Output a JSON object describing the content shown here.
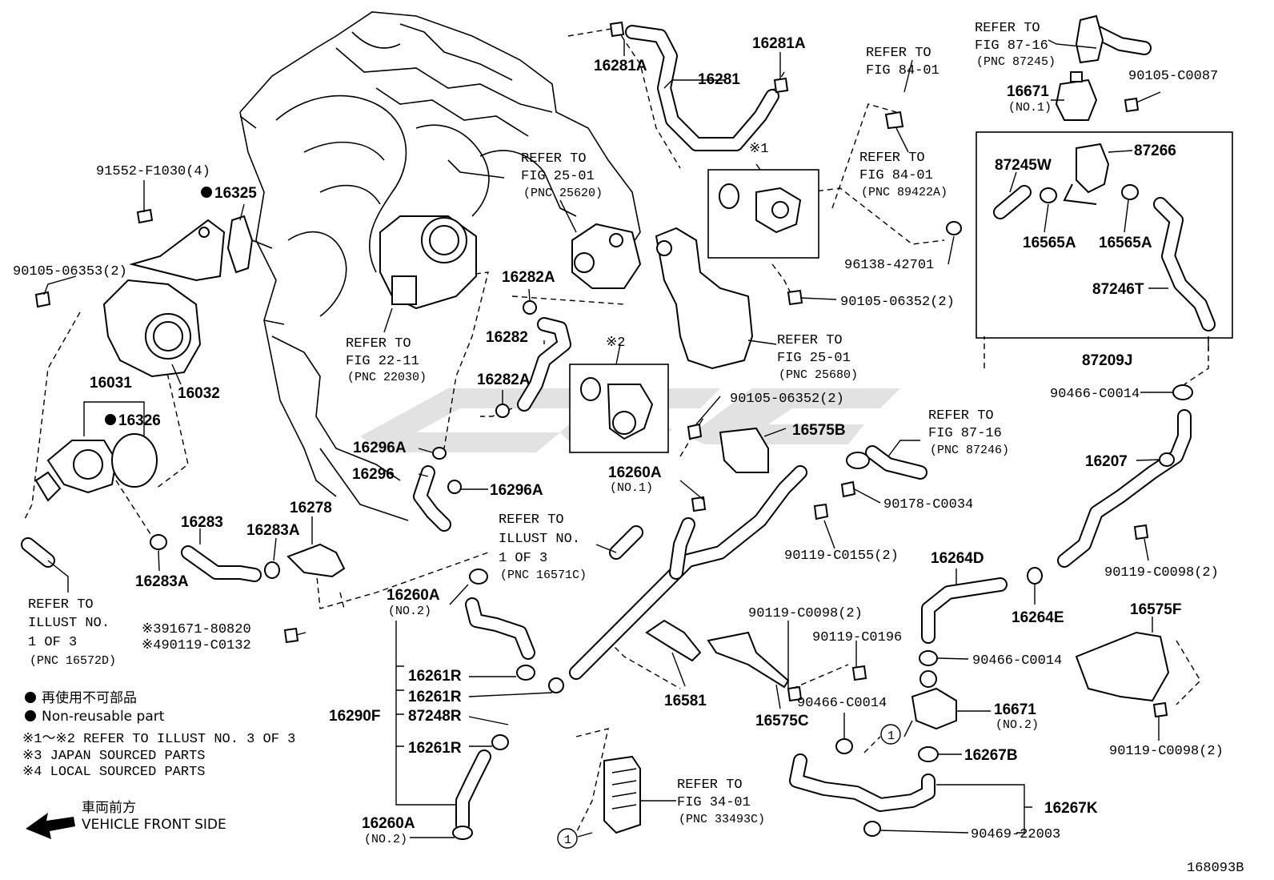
{
  "diagram_id": "168093B",
  "callouts": {
    "c16281A_top": "16281A",
    "c16281A_right": "16281A",
    "c16281": "16281",
    "c91552": "91552-F1030(4)",
    "c16325": "16325",
    "c90105_06353": "90105-06353(2)",
    "c16031": "16031",
    "c16326": "16326",
    "c16032": "16032",
    "c16282A_top": "16282A",
    "c16282": "16282",
    "c16282A_mid": "16282A",
    "c16296A_top": "16296A",
    "c16296": "16296",
    "c16296A_right": "16296A",
    "c16283": "16283",
    "c16283A_mid": "16283A",
    "c16283A_left": "16283A",
    "c16278": "16278",
    "c16260A_no1": "16260A",
    "c16260A_no1_sub": "(NO.1)",
    "c16260A_no2_mid": "16260A",
    "c16260A_no2_mid_sub": "(NO.2)",
    "c16261R_1": "16261R",
    "c16261R_2": "16261R",
    "c87248R": "87248R",
    "c16290F": "16290F",
    "c16261R_3": "16261R",
    "c16260A_no2_bot": "16260A",
    "c16260A_no2_bot_sub": "(NO.2)",
    "c16581": "16581",
    "c16575C": "16575C",
    "c90119_C0098_mid": "90119-C0098(2)",
    "c90119_C0196": "90119-C0196",
    "c90466_C0014_mid": "90466-C0014",
    "c16575B": "16575B",
    "c90105_06352_mid": "90105-06352(2)",
    "c90178": "90178-C0034",
    "c90119_C0155": "90119-C0155(2)",
    "c96138": "96138-42701",
    "c90105_06352_top": "90105-06352(2)",
    "c16671_no1": "16671",
    "c16671_no1_sub": "(NO.1)",
    "c90105_C0087": "90105-C0087",
    "c87245W": "87245W",
    "c87266": "87266",
    "c16565A_l": "16565A",
    "c16565A_r": "16565A",
    "c87246T": "87246T",
    "c87209J": "87209J",
    "c90466_C0014_top": "90466-C0014",
    "c16207": "16207",
    "c90119_C0098_right": "90119-C0098(2)",
    "c16264D": "16264D",
    "c16264E": "16264E",
    "c90466_C0014_r": "90466-C0014",
    "c16671_no2": "16671",
    "c16671_no2_sub": "(NO.2)",
    "c16267B": "16267B",
    "c16267K": "16267K",
    "c90469": "90469-22003",
    "c16575F": "16575F",
    "c90119_C0098_br": "90119-C0098(2)",
    "c91671_line1": "※391671-80820",
    "c91671_line2": "※490119-C0132",
    "mark1": "※1",
    "mark2": "※2",
    "circle1_a": "1",
    "circle1_b": "1"
  },
  "refs": {
    "fig8716_top": [
      "REFER TO",
      "FIG 87-16",
      "(PNC 87245)"
    ],
    "fig8401_a": [
      "REFER TO",
      "FIG 84-01"
    ],
    "fig8401_b": [
      "REFER TO",
      "FIG 84-01",
      "(PNC 89422A)"
    ],
    "fig2501_a": [
      "REFER TO",
      "FIG 25-01",
      "(PNC 25620)"
    ],
    "fig2211": [
      "REFER TO",
      "FIG 22-11",
      "(PNC 22030)"
    ],
    "fig2501_b": [
      "REFER TO",
      "FIG 25-01",
      "(PNC 25680)"
    ],
    "fig8716_mid": [
      "REFER TO",
      "FIG 87-16",
      "(PNC 87246)"
    ],
    "illust_mid": [
      "REFER TO",
      "ILLUST NO.",
      "1 OF 3",
      "(PNC 16571C)"
    ],
    "illust_left": [
      "REFER TO",
      "ILLUST NO.",
      "1 OF 3",
      "(PNC 16572D)"
    ],
    "fig3401": [
      "REFER TO",
      "FIG 34-01",
      "(PNC 33493C)"
    ]
  },
  "legend": {
    "jp_nonreuse": "再使用不可部品",
    "en_nonreuse": "Non-reusable part",
    "note1": "※1～※2  REFER TO ILLUST NO. 3 OF 3",
    "note3": "※3  JAPAN SOURCED PARTS",
    "note4": "※4  LOCAL SOURCED PARTS",
    "jp_front": "車両前方",
    "en_front": "VEHICLE FRONT SIDE"
  },
  "colors": {
    "ink": "#000000",
    "watermark": "#d8d8d8",
    "background": "#ffffff"
  },
  "icons": [
    "non-reusable-dot-icon",
    "front-arrow-icon",
    "circle-ref-icon"
  ]
}
